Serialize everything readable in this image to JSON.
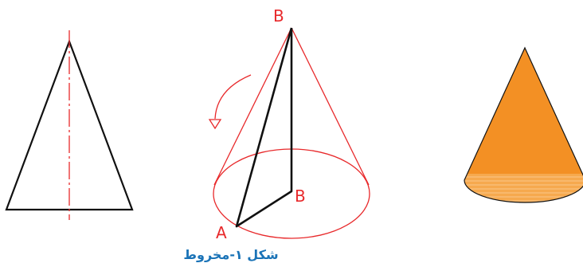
{
  "colors": {
    "outline": "#111111",
    "construction": "#e8292b",
    "cone_fill": "#f39024",
    "cone_band": "#f6a94e",
    "caption": "#1a73b7"
  },
  "labels": {
    "apex": "B",
    "base_center": "B",
    "base_point": "A"
  },
  "caption": "شکل ۱-مخروط"
}
